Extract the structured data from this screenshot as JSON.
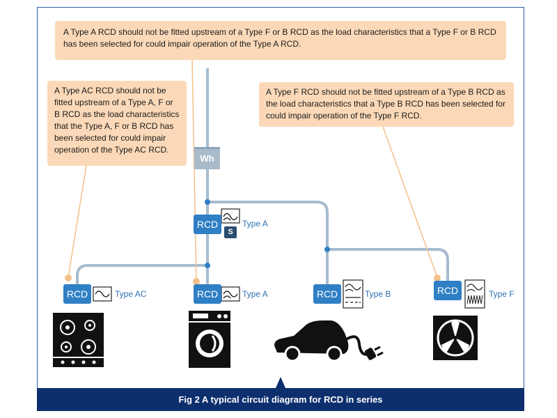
{
  "notes": {
    "type_a": "A Type A RCD should not be fitted upstream of a Type F or B RCD as the load characteristics that a Type F or B RCD has been selected for could impair operation of the Type A RCD.",
    "type_ac": "A Type AC RCD should not be fitted upstream of a Type A, F or B RCD as the load characteristics that the Type A, F or B RCD has been selected for could impair operation of the Type AC RCD.",
    "type_f": "A Type F RCD should not be fitted upstream of a Type B RCD as the load characteristics that a Type B RCD has been selected for could impair operation of the Type F RCD."
  },
  "meter_label": "Wh",
  "rcd_text": "RCD",
  "selective_badge": "S",
  "labels": {
    "main": "Type A",
    "hob": "Type AC",
    "washer": "Type A",
    "ev": "Type B",
    "fan": "Type F"
  },
  "caption": "Fig 2 A typical circuit diagram for RCD in series",
  "colors": {
    "rcd_blue": "#2f7fc4",
    "wire": "#a7bbcf",
    "note_bg": "#fbd9b8",
    "caption_bg": "#0d2f6e",
    "label_blue": "#2f6fb0"
  }
}
